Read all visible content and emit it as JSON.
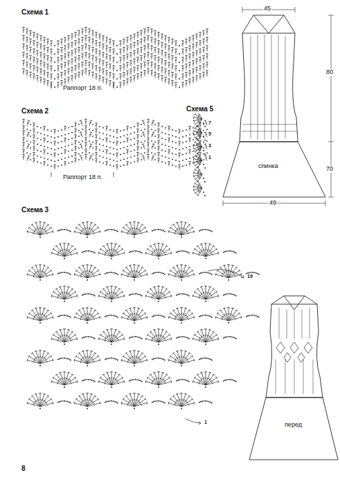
{
  "diagram": {
    "labels": [
      "Схема 1",
      "Раппорт 18 п.",
      "45",
      "80",
      "Схема 2",
      "7",
      "5",
      "3",
      "1",
      "Раппорт 18 п.",
      "Схема 5",
      "70",
      "49",
      "спинка",
      "Схема 3",
      "19",
      "1",
      "перед",
      "8"
    ]
  }
}
